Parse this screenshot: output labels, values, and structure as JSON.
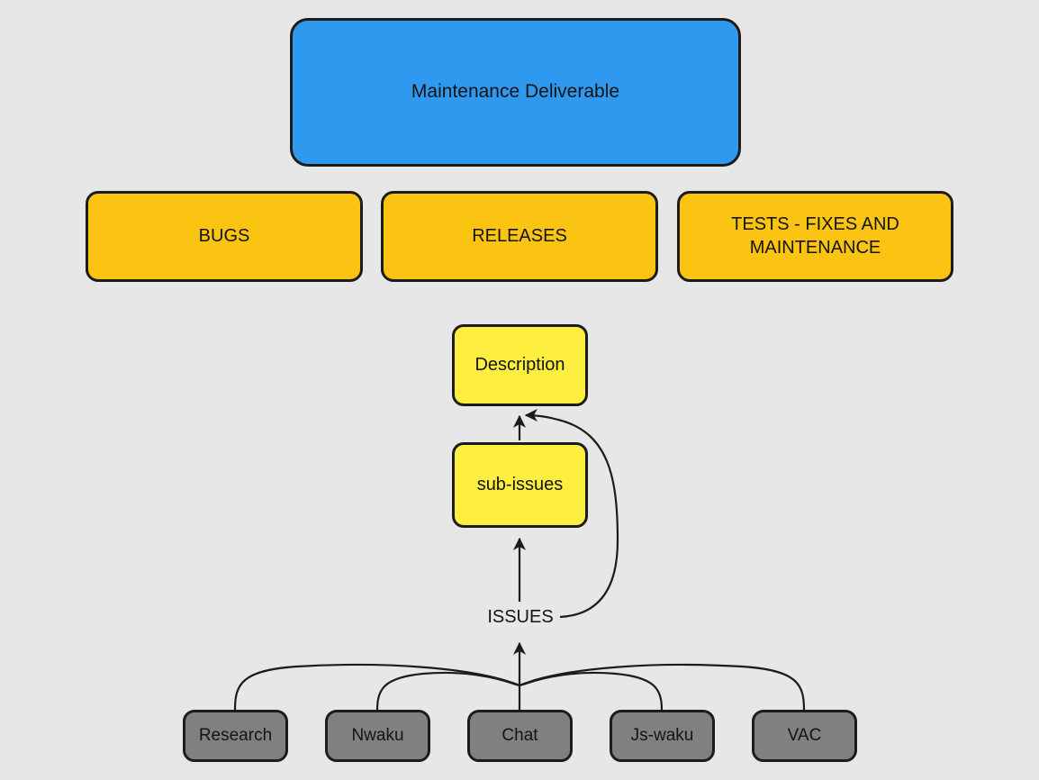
{
  "diagram": {
    "title": "Maintenance Deliverable",
    "background_color": "#e7e7e7",
    "stroke_color": "#1c1c1c",
    "deliverable": {
      "label": "Maintenance Deliverable",
      "color": "#2f98ef"
    },
    "categories": {
      "color": "#fbc413",
      "items": [
        {
          "label": "BUGS"
        },
        {
          "label": "RELEASES"
        },
        {
          "label": "TESTS - FIXES AND\nMAINTENANCE"
        }
      ]
    },
    "details": {
      "color": "#fdee3f",
      "items": [
        {
          "label": "Description"
        },
        {
          "label": "sub-issues"
        }
      ]
    },
    "edge_labels": [
      {
        "label": "ISSUES"
      }
    ],
    "sources": {
      "color": "#808080",
      "items": [
        {
          "label": "Research"
        },
        {
          "label": "Nwaku"
        },
        {
          "label": "Chat"
        },
        {
          "label": "Js-waku"
        },
        {
          "label": "VAC"
        }
      ]
    }
  }
}
